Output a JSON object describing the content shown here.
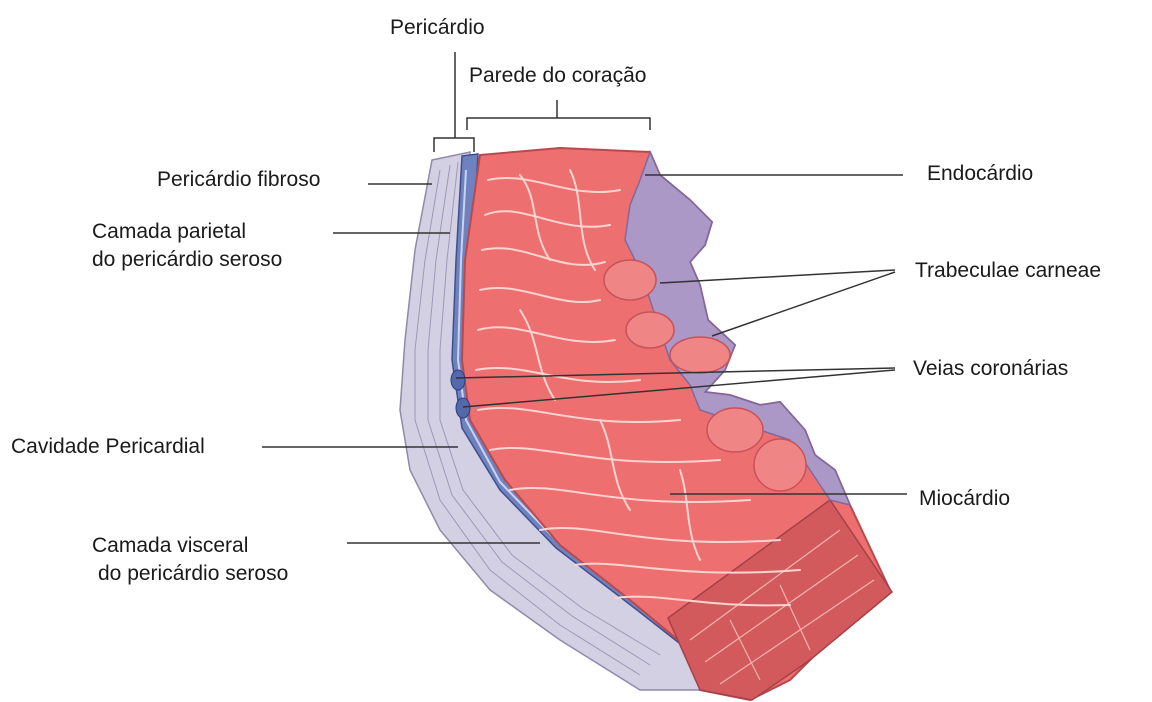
{
  "labels": {
    "pericardio": "Pericárdio",
    "parede": "Parede do coração",
    "fibroso": "Pericárdio fibroso",
    "parietal_l1": "Camada parietal",
    "parietal_l2": "do pericárdio seroso",
    "endocardio": "Endocárdio",
    "trabeculae": "Trabeculae carneae",
    "veias": "Veias coronárias",
    "cavidade": "Cavidade Pericardial",
    "miocardio": "Miocárdio",
    "visceral_l1": "Camada visceral",
    "visceral_l2": "do pericárdio seroso"
  },
  "colors": {
    "myocardium": "#ee6f6f",
    "myocardium_dark": "#c84f52",
    "myocardium_light": "#f8a6a2",
    "endocardium": "#a996c4",
    "pericardium": "#c9c6e0",
    "pericardial_blue": "#5b6fb0",
    "leader_line": "#333333"
  }
}
